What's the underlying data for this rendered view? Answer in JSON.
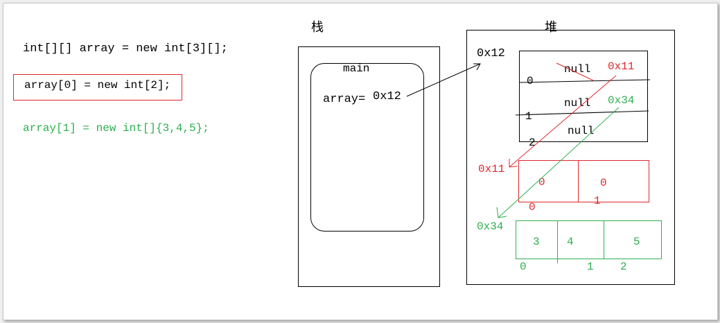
{
  "colors": {
    "black": "#000000",
    "red": "#e0262b",
    "green": "#2fae4f"
  },
  "code": {
    "line1": "int[][] array = new int[3][];",
    "line2": "array[0] = new int[2];",
    "line3": "array[1] = new int[]{3,4,5};"
  },
  "stack": {
    "title": "栈",
    "frame_label": "main",
    "variable": "array=",
    "variable_value": "0x12"
  },
  "heap": {
    "title": "堆",
    "outer_address": "0x12",
    "outer_cells": [
      "null",
      "null",
      "null"
    ],
    "outer_indices": [
      "0",
      "1",
      "2"
    ],
    "ref_address_red": "0x11",
    "ref_address_green": "0x34",
    "array_a": {
      "address": "0x11",
      "values": [
        "0",
        "0"
      ],
      "indices": [
        "0",
        "1"
      ]
    },
    "array_b": {
      "address": "0x34",
      "values": [
        "3",
        "4",
        "5"
      ],
      "indices": [
        "0",
        "1",
        "2"
      ]
    }
  }
}
